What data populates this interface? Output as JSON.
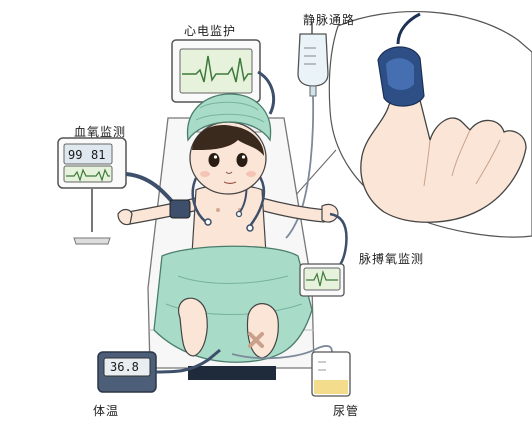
{
  "labels": {
    "ecg": "心电监护",
    "iv": "静脉通路",
    "blood_oxygen": "血氧监测",
    "pulse_oximetry": "脉搏氧监测",
    "temperature": "体温",
    "urinary_catheter": "尿管"
  },
  "readouts": {
    "blood_oxygen_left": "99",
    "blood_oxygen_right": "81",
    "temperature": "36.8"
  },
  "colors": {
    "monitor_screen": "#e6f2dc",
    "waveform": "#3f7a3a",
    "cap_and_blanket": "#a8dcc8",
    "skin": "#fbe5d6",
    "hair": "#3a2a1e",
    "tubing": "#3d4f6a",
    "finger_clip": "#2e4f86",
    "urine_bag_fill": "#f3dc8c"
  }
}
